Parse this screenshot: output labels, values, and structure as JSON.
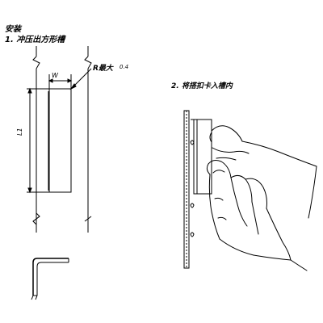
{
  "title": "安装",
  "steps": [
    {
      "label": "1. 冲压出方形槽"
    },
    {
      "label": "2. 将搭扣卡入槽内"
    }
  ],
  "dimensions": {
    "width_label": "W",
    "length_label": "L1",
    "radius_prefix": "R最大",
    "radius_value": "0.4"
  }
}
